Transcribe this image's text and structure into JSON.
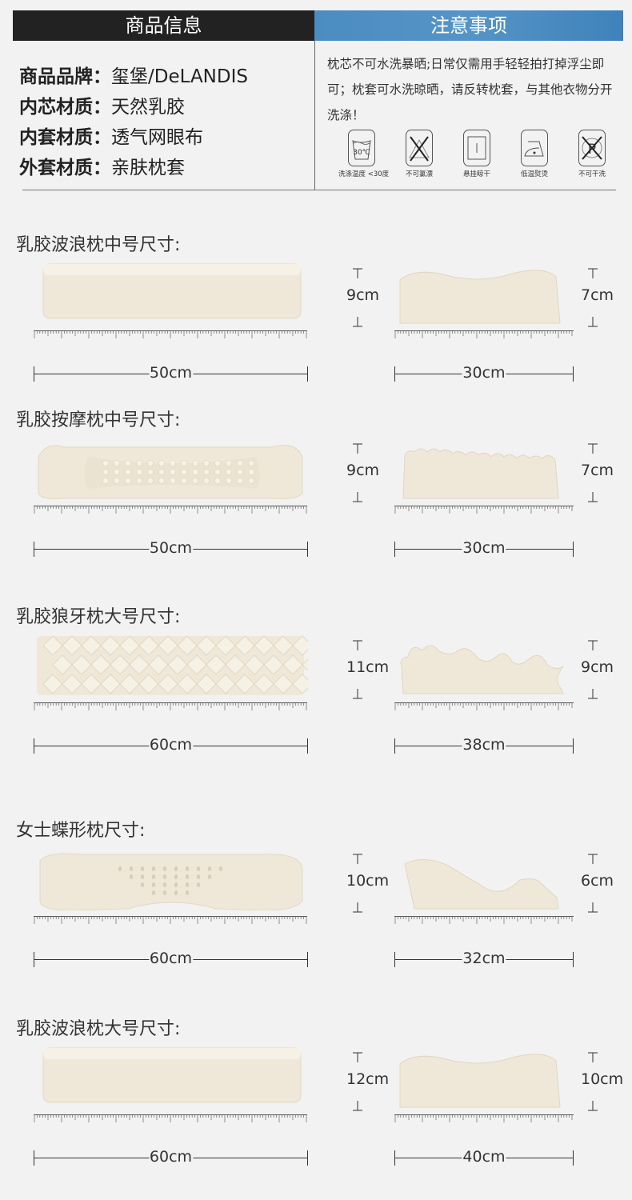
{
  "header": {
    "left_title": "商品信息",
    "right_title": "注意事项"
  },
  "specs": [
    {
      "key": "商品品牌：",
      "value": "玺堡/DeLANDIS"
    },
    {
      "key": "内芯材质：",
      "value": "天然乳胶"
    },
    {
      "key": "内套材质：",
      "value": "透气网眼布"
    },
    {
      "key": "外套材质：",
      "value": "亲肤枕套"
    }
  ],
  "notes": "枕芯不可水洗暴晒;日常仅需用手轻轻拍打掉浮尘即可；枕套可水洗晾晒，请反转枕套，与其他衣物分开洗涤！",
  "care": [
    {
      "icon": "wash-30-icon",
      "label": "洗涤温度 <30度",
      "temp": "30℃"
    },
    {
      "icon": "no-bleach-icon",
      "label": "不可氯漂"
    },
    {
      "icon": "hang-dry-icon",
      "label": "悬挂晾干"
    },
    {
      "icon": "low-iron-icon",
      "label": "低温熨烫"
    },
    {
      "icon": "no-dry-clean-icon",
      "label": "不可干洗"
    }
  ],
  "sections": [
    {
      "title": "乳胶波浪枕中号尺寸:",
      "type": "wave",
      "length": "50cm",
      "width": "30cm",
      "h_left": "9cm",
      "h_right": "7cm"
    },
    {
      "title": "乳胶按摩枕中号尺寸:",
      "type": "massage",
      "length": "50cm",
      "width": "30cm",
      "h_left": "9cm",
      "h_right": "7cm"
    },
    {
      "title": "乳胶狼牙枕大号尺寸:",
      "type": "spike",
      "length": "60cm",
      "width": "38cm",
      "h_left": "11cm",
      "h_right": "9cm"
    },
    {
      "title": "女士蝶形枕尺寸:",
      "type": "butterfly",
      "length": "60cm",
      "width": "32cm",
      "h_left": "10cm",
      "h_right": "6cm"
    },
    {
      "title": "乳胶波浪枕大号尺寸:",
      "type": "wave",
      "length": "60cm",
      "width": "40cm",
      "h_left": "12cm",
      "h_right": "10cm"
    }
  ],
  "colors": {
    "latex": "#f1ebdd",
    "accent": "#4b8cc1",
    "dark": "#222222"
  }
}
